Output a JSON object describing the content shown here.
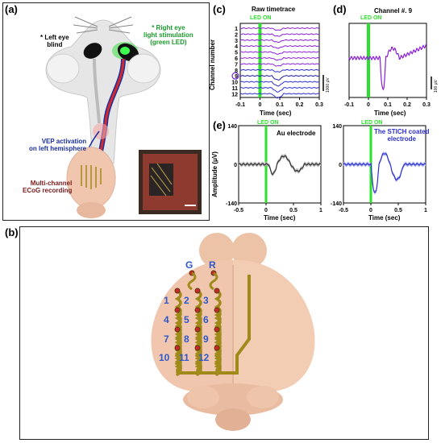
{
  "panels": {
    "a": {
      "label": "(a)",
      "left_eye": "* Left eye\nblind",
      "right_eye": "* Right eye\nlight stimulation\n(green LED)",
      "vep": "VEP activation\non left hemisphere",
      "ecog": "Multi-channel\nECoG recording"
    },
    "b": {
      "label": "(b)",
      "col_labels": [
        "G",
        "R"
      ],
      "electrodes": [
        "1",
        "2",
        "3",
        "4",
        "5",
        "6",
        "7",
        "8",
        "9",
        "10",
        "11",
        "12"
      ]
    },
    "c": {
      "label": "(c)",
      "title": "Raw timetrace",
      "led": "LED ON",
      "ylabel": "Channel number",
      "xlabel": "Time (sec)",
      "scalebar": "1000 μV",
      "channels": [
        "1",
        "2",
        "3",
        "4",
        "5",
        "6",
        "7",
        "8",
        "9",
        "10",
        "11",
        "12"
      ],
      "xticks": [
        "-0.1",
        "0",
        "0.1",
        "0.2",
        "0.3"
      ]
    },
    "d": {
      "label": "(d)",
      "title": "Channel #. 9",
      "led": "LED ON",
      "xlabel": "Time (sec)",
      "scalebar": "100 μV",
      "xticks": [
        "-0.1",
        "0",
        "0.1",
        "0.2",
        "0.3"
      ]
    },
    "e": {
      "label": "(e)",
      "led": "LED ON",
      "left_title": "Au electrode",
      "right_title": "The STICH coated\nelectrode",
      "ylabel": "Amplitude (μV)",
      "xlabel": "Time (sec)",
      "yticks": [
        "140",
        "0",
        "-140"
      ],
      "xticks": [
        "-0.5",
        "0",
        "0.5",
        "1"
      ]
    }
  },
  "colors": {
    "led_green": "#2ee02e",
    "trace_purple": "#8a1fd6",
    "trace_blue": "#2d2fd0",
    "channel_label_blue": "#2f58c8",
    "brain": "#f0c7ae",
    "wire": "#a08a1a"
  }
}
